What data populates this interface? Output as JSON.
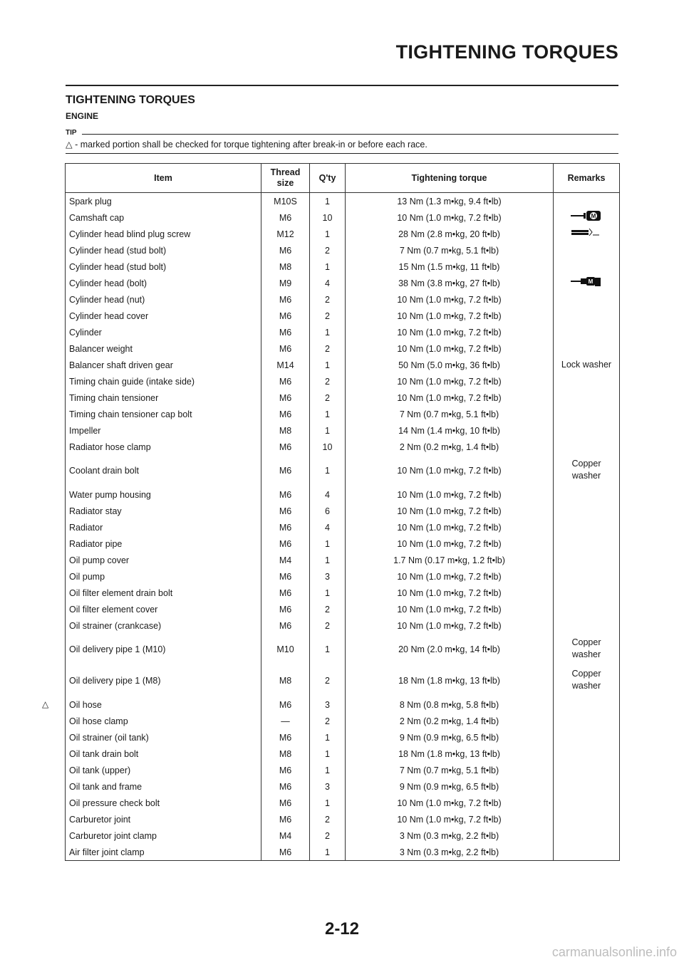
{
  "header": {
    "title": "TIGHTENING TORQUES"
  },
  "section": {
    "title": "TIGHTENING TORQUES",
    "subtitle": "ENGINE"
  },
  "tip": {
    "label": "TIP",
    "text": "- marked portion shall be checked for torque tightening after break-in or before each race.",
    "symbol": "△"
  },
  "table": {
    "headers": {
      "item": "Item",
      "thread_l1": "Thread",
      "thread_l2": "size",
      "qty": "Q'ty",
      "torque": "Tightening torque",
      "remarks": "Remarks"
    },
    "rows": [
      {
        "item": "Spark plug",
        "thread": "M10S",
        "qty": "1",
        "torque": "13 Nm (1.3 m•kg, 9.4 ft•lb)",
        "r1": "",
        "r2": ""
      },
      {
        "item": "Camshaft cap",
        "thread": "M6",
        "qty": "10",
        "torque": "10 Nm (1.0 m•kg, 7.2 ft•lb)",
        "r1": "",
        "r2": "",
        "icon": "molybdenum-oil-bolt-icon"
      },
      {
        "item": "Cylinder head blind plug screw",
        "thread": "M12",
        "qty": "1",
        "torque": "28 Nm (2.8 m•kg, 20 ft•lb)",
        "r1": "",
        "r2": "",
        "icon": "sealant-icon"
      },
      {
        "item": "Cylinder head (stud bolt)",
        "thread": "M6",
        "qty": "2",
        "torque": "7 Nm (0.7 m•kg, 5.1 ft•lb)",
        "r1": "",
        "r2": ""
      },
      {
        "item": "Cylinder head (stud bolt)",
        "thread": "M8",
        "qty": "1",
        "torque": "15 Nm (1.5 m•kg, 11 ft•lb)",
        "r1": "",
        "r2": ""
      },
      {
        "item": "Cylinder head (bolt)",
        "thread": "M9",
        "qty": "4",
        "torque": "38 Nm (3.8 m•kg, 27 ft•lb)",
        "r1": "",
        "r2": "",
        "icon": "molybdenum-oil-bolt-nut-icon"
      },
      {
        "item": "Cylinder head (nut)",
        "thread": "M6",
        "qty": "2",
        "torque": "10 Nm (1.0 m•kg, 7.2 ft•lb)",
        "r1": "",
        "r2": ""
      },
      {
        "item": "Cylinder head cover",
        "thread": "M6",
        "qty": "2",
        "torque": "10 Nm (1.0 m•kg, 7.2 ft•lb)",
        "r1": "",
        "r2": ""
      },
      {
        "item": "Cylinder",
        "thread": "M6",
        "qty": "1",
        "torque": "10 Nm (1.0 m•kg, 7.2 ft•lb)",
        "r1": "",
        "r2": ""
      },
      {
        "item": "Balancer weight",
        "thread": "M6",
        "qty": "2",
        "torque": "10 Nm (1.0 m•kg, 7.2 ft•lb)",
        "r1": "",
        "r2": ""
      },
      {
        "item": "Balancer shaft driven gear",
        "thread": "M14",
        "qty": "1",
        "torque": "50 Nm (5.0 m•kg, 36 ft•lb)",
        "r1": "Lock washer",
        "r2": ""
      },
      {
        "item": "Timing chain guide (intake side)",
        "thread": "M6",
        "qty": "2",
        "torque": "10 Nm (1.0 m•kg, 7.2 ft•lb)",
        "r1": "",
        "r2": ""
      },
      {
        "item": "Timing chain tensioner",
        "thread": "M6",
        "qty": "2",
        "torque": "10 Nm (1.0 m•kg, 7.2 ft•lb)",
        "r1": "",
        "r2": ""
      },
      {
        "item": "Timing chain tensioner cap bolt",
        "thread": "M6",
        "qty": "1",
        "torque": "7 Nm (0.7 m•kg, 5.1 ft•lb)",
        "r1": "",
        "r2": ""
      },
      {
        "item": "Impeller",
        "thread": "M8",
        "qty": "1",
        "torque": "14 Nm (1.4 m•kg, 10 ft•lb)",
        "r1": "",
        "r2": ""
      },
      {
        "item": "Radiator hose clamp",
        "thread": "M6",
        "qty": "10",
        "torque": "2 Nm (0.2 m•kg, 1.4 ft•lb)",
        "r1": "",
        "r2": ""
      },
      {
        "item": "Coolant drain bolt",
        "thread": "M6",
        "qty": "1",
        "torque": "10 Nm (1.0 m•kg, 7.2 ft•lb)",
        "r1": "Copper",
        "r2": "washer"
      },
      {
        "item": "Water pump housing",
        "thread": "M6",
        "qty": "4",
        "torque": "10 Nm (1.0 m•kg, 7.2 ft•lb)",
        "r1": "",
        "r2": ""
      },
      {
        "item": "Radiator stay",
        "thread": "M6",
        "qty": "6",
        "torque": "10 Nm (1.0 m•kg, 7.2 ft•lb)",
        "r1": "",
        "r2": ""
      },
      {
        "item": "Radiator",
        "thread": "M6",
        "qty": "4",
        "torque": "10 Nm (1.0 m•kg, 7.2 ft•lb)",
        "r1": "",
        "r2": ""
      },
      {
        "item": "Radiator pipe",
        "thread": "M6",
        "qty": "1",
        "torque": "10 Nm (1.0 m•kg, 7.2 ft•lb)",
        "r1": "",
        "r2": ""
      },
      {
        "item": "Oil pump cover",
        "thread": "M4",
        "qty": "1",
        "torque": "1.7 Nm (0.17 m•kg, 1.2 ft•lb)",
        "r1": "",
        "r2": ""
      },
      {
        "item": "Oil pump",
        "thread": "M6",
        "qty": "3",
        "torque": "10 Nm (1.0 m•kg, 7.2 ft•lb)",
        "r1": "",
        "r2": ""
      },
      {
        "item": "Oil filter element drain bolt",
        "thread": "M6",
        "qty": "1",
        "torque": "10 Nm (1.0 m•kg, 7.2 ft•lb)",
        "r1": "",
        "r2": ""
      },
      {
        "item": "Oil filter element cover",
        "thread": "M6",
        "qty": "2",
        "torque": "10 Nm (1.0 m•kg, 7.2 ft•lb)",
        "r1": "",
        "r2": ""
      },
      {
        "item": "Oil strainer (crankcase)",
        "thread": "M6",
        "qty": "2",
        "torque": "10 Nm (1.0 m•kg, 7.2 ft•lb)",
        "r1": "",
        "r2": ""
      },
      {
        "item": "Oil delivery pipe 1 (M10)",
        "thread": "M10",
        "qty": "1",
        "torque": "20 Nm (2.0 m•kg, 14 ft•lb)",
        "r1": "Copper",
        "r2": "washer"
      },
      {
        "item": "Oil delivery pipe 1 (M8)",
        "thread": "M8",
        "qty": "2",
        "torque": "18 Nm (1.8 m•kg, 13 ft•lb)",
        "r1": "Copper",
        "r2": "washer"
      },
      {
        "item": "Oil hose",
        "thread": "M6",
        "qty": "3",
        "torque": "8 Nm (0.8 m•kg, 5.8 ft•lb)",
        "r1": "",
        "r2": "",
        "mark": "△"
      },
      {
        "item": "Oil hose clamp",
        "thread": "—",
        "qty": "2",
        "torque": "2 Nm (0.2 m•kg, 1.4 ft•lb)",
        "r1": "",
        "r2": ""
      },
      {
        "item": "Oil strainer (oil tank)",
        "thread": "M6",
        "qty": "1",
        "torque": "9 Nm (0.9 m•kg, 6.5 ft•lb)",
        "r1": "",
        "r2": ""
      },
      {
        "item": "Oil tank drain bolt",
        "thread": "M8",
        "qty": "1",
        "torque": "18 Nm (1.8 m•kg, 13 ft•lb)",
        "r1": "",
        "r2": ""
      },
      {
        "item": "Oil tank (upper)",
        "thread": "M6",
        "qty": "1",
        "torque": "7 Nm (0.7 m•kg, 5.1 ft•lb)",
        "r1": "",
        "r2": ""
      },
      {
        "item": "Oil tank and frame",
        "thread": "M6",
        "qty": "3",
        "torque": "9 Nm (0.9 m•kg, 6.5 ft•lb)",
        "r1": "",
        "r2": ""
      },
      {
        "item": "Oil pressure check bolt",
        "thread": "M6",
        "qty": "1",
        "torque": "10 Nm (1.0 m•kg, 7.2 ft•lb)",
        "r1": "",
        "r2": ""
      },
      {
        "item": "Carburetor joint",
        "thread": "M6",
        "qty": "2",
        "torque": "10 Nm (1.0 m•kg, 7.2 ft•lb)",
        "r1": "",
        "r2": ""
      },
      {
        "item": "Carburetor joint clamp",
        "thread": "M4",
        "qty": "2",
        "torque": "3 Nm (0.3 m•kg, 2.2 ft•lb)",
        "r1": "",
        "r2": ""
      },
      {
        "item": "Air filter joint clamp",
        "thread": "M6",
        "qty": "1",
        "torque": "3 Nm (0.3 m•kg, 2.2 ft•lb)",
        "r1": "",
        "r2": ""
      }
    ]
  },
  "footer": {
    "page_number": "2-12",
    "watermark": "carmanualsonline.info"
  }
}
